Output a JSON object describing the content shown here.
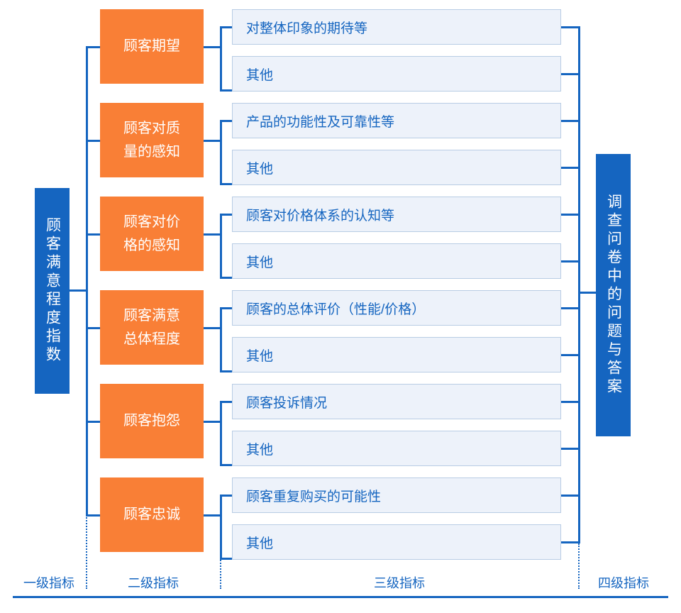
{
  "diagram": {
    "title_l1": "顾客满意程度指数",
    "title_l4": "调查问卷中的问题与答案",
    "level2": [
      {
        "label": "顾客期望"
      },
      {
        "label": "顾客对质\n量的感知"
      },
      {
        "label": "顾客对价\n格的感知"
      },
      {
        "label": "顾客满意\n总体程度"
      },
      {
        "label": "顾客抱怨"
      },
      {
        "label": "顾客忠诚"
      }
    ],
    "level3": [
      {
        "label": "对整体印象的期待等"
      },
      {
        "label": "其他"
      },
      {
        "label": "产品的功能性及可靠性等"
      },
      {
        "label": "其他"
      },
      {
        "label": "顾客对价格体系的认知等"
      },
      {
        "label": "其他"
      },
      {
        "label": "顾客的总体评价（性能/价格）"
      },
      {
        "label": "其他"
      },
      {
        "label": "顾客投诉情况"
      },
      {
        "label": "其他"
      },
      {
        "label": "顾客重复购买的可能性"
      },
      {
        "label": "其他"
      }
    ],
    "footer": [
      {
        "label": "一级指标"
      },
      {
        "label": "二级指标"
      },
      {
        "label": "三级指标"
      },
      {
        "label": "四级指标"
      }
    ],
    "colors": {
      "primary_blue": "#1565C0",
      "orange": "#F97F36",
      "light_blue_fill": "#EDF2FA",
      "light_blue_border": "#B8CCE4",
      "white": "#FFFFFF"
    }
  }
}
